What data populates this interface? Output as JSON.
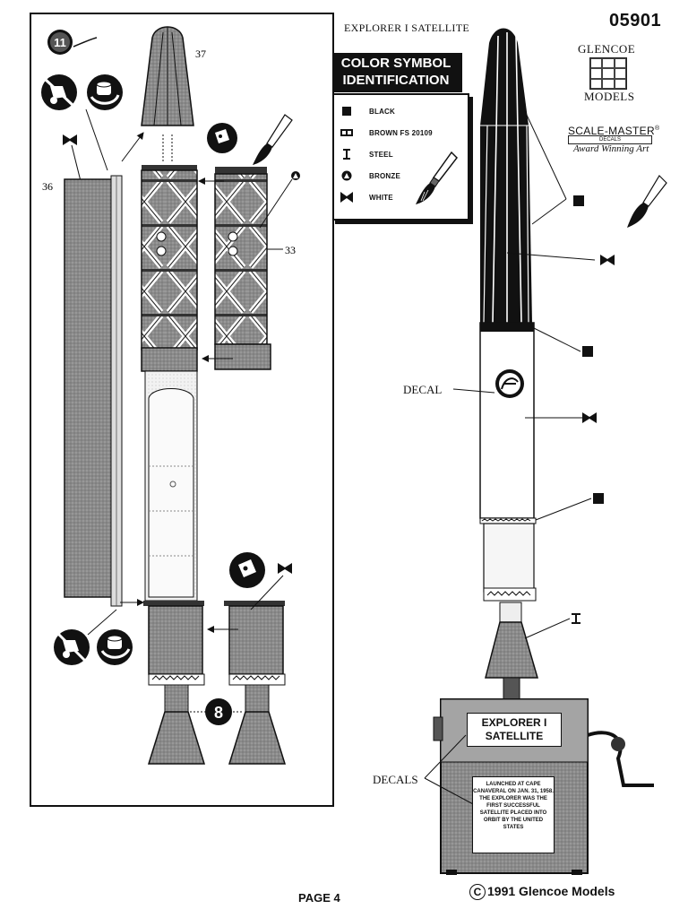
{
  "header": {
    "catalog_number": "05901",
    "title": "EXPLORER I SATELLITE"
  },
  "logo_glencoe": {
    "name": "GLENCOE",
    "models": "MODELS"
  },
  "logo_scalemaster": {
    "name": "SCALE-MASTER",
    "reg": "®",
    "decals": "DECALS",
    "tagline": "Award Winning Art"
  },
  "legend": {
    "title_line1": "COLOR SYMBOL",
    "title_line2": "IDENTIFICATION",
    "items": [
      {
        "symbol": "solid-square-icon",
        "label": "BLACK"
      },
      {
        "symbol": "double-square-icon",
        "label": "BROWN FS 20109"
      },
      {
        "symbol": "i-beam-icon",
        "label": "STEEL"
      },
      {
        "symbol": "triangle-circle-icon",
        "label": "BRONZE"
      },
      {
        "symbol": "bowtie-icon",
        "label": "WHITE"
      }
    ]
  },
  "assembly": {
    "step_number": "11",
    "step_badge": "8",
    "part_labels": [
      "37",
      "36",
      "33"
    ]
  },
  "callouts": {
    "decal": "DECAL",
    "decals": "DECALS"
  },
  "plaques": {
    "name_line1": "EXPLORER I",
    "name_line2": "SATELLITE",
    "info": "LAUNCHED AT CAPE CANAVERAL ON JAN. 31, 1958. THE EXPLORER WAS THE FIRST SUCCESSFUL SATELLITE PLACED INTO ORBIT BY THE UNITED STATES"
  },
  "footer": {
    "page": "PAGE 4",
    "copyright_symbol": "C",
    "copyright": "1991 Glencoe Models"
  },
  "colors": {
    "ink": "#111111",
    "paper": "#ffffff",
    "fill_gray": "#9a9a9a"
  }
}
